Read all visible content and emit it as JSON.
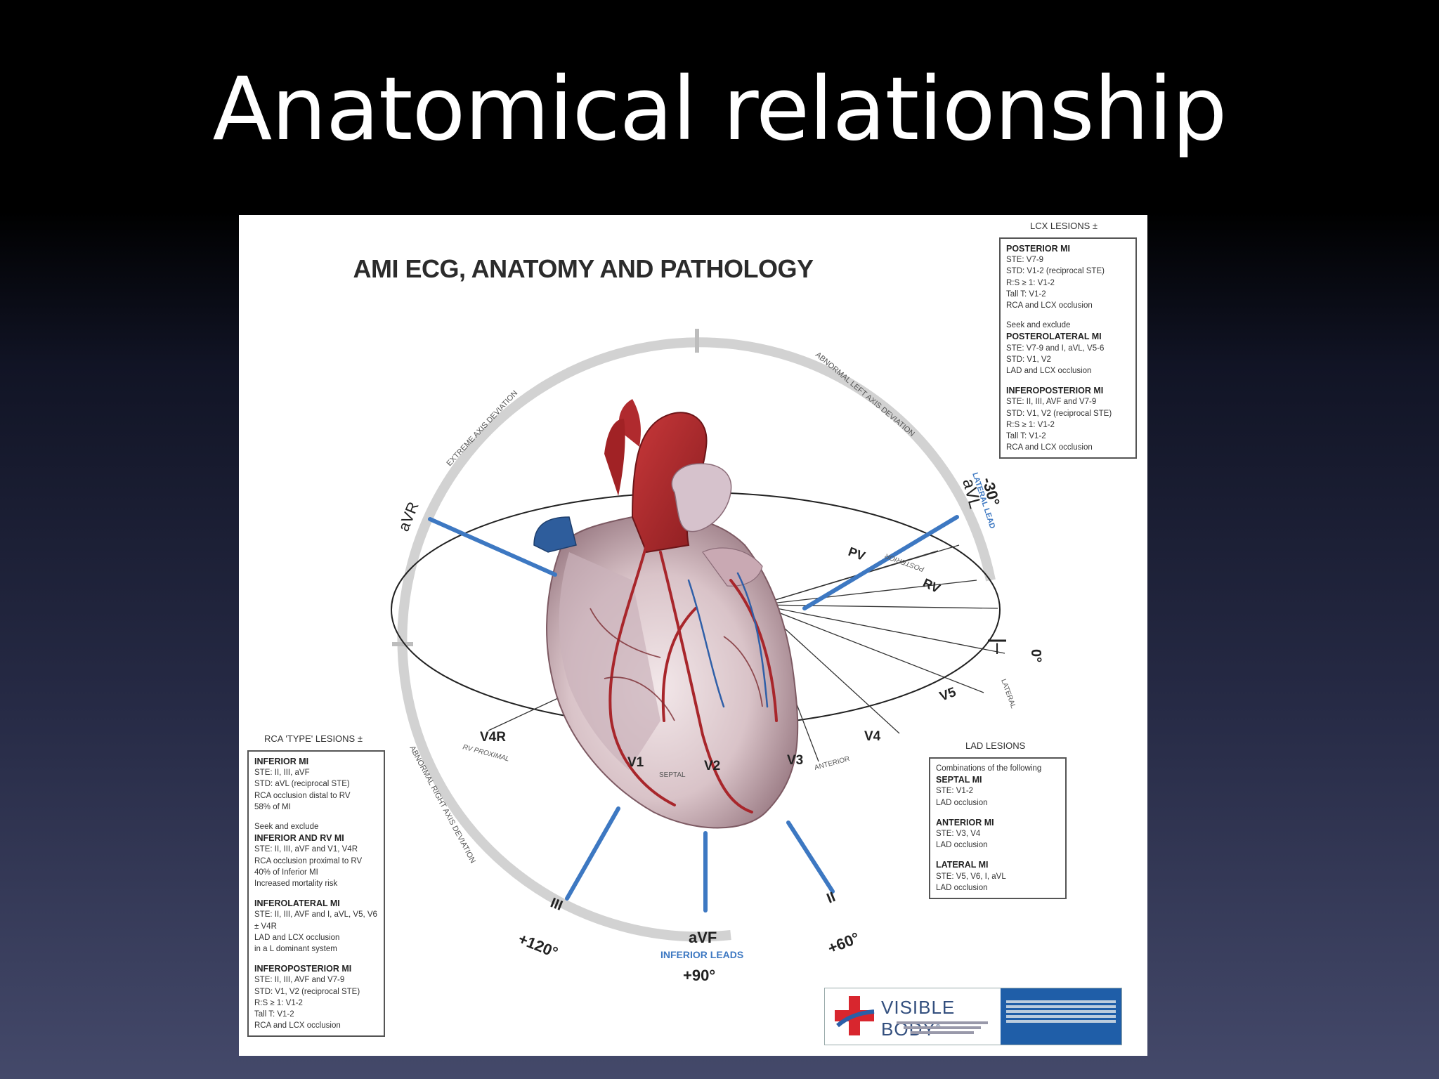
{
  "slide": {
    "title": "Anatomical relationship"
  },
  "poster": {
    "title": "AMI ECG, ANATOMY AND PATHOLOGY",
    "axis_labels": {
      "extreme": "EXTREME AXIS DEVIATION",
      "left": "ABNORMAL LEFT AXIS DEVIATION",
      "right": "ABNORMAL RIGHT AXIS DEVIATION"
    },
    "leads": {
      "aVR": "aVR",
      "aVL": "aVL",
      "minus30": "-30°",
      "lateral_lead": "LATERAL LEAD",
      "I": "I",
      "zero": "0°",
      "lateral": "LATERAL",
      "II": "II",
      "plus60": "+60°",
      "III": "III",
      "plus120": "+120°",
      "aVF": "aVF",
      "inferior_leads": "INFERIOR LEADS",
      "plus90": "+90°"
    },
    "chest": {
      "V1": "V1",
      "V2": "V2",
      "V3": "V3",
      "V4": "V4",
      "V5": "V5",
      "V4R": "V4R",
      "RV": "RV",
      "PV": "PV",
      "posterior": "POSTERIOR",
      "anterior": "ANTERIOR",
      "septal": "SEPTAL",
      "rv_proximal": "RV PROXIMAL"
    },
    "lcx": {
      "caption": "LCX LESIONS ±",
      "sections": [
        {
          "heading": "POSTERIOR MI",
          "lines": [
            "STE: V7-9",
            "STD: V1-2 (reciprocal STE)",
            "R:S ≥ 1: V1-2",
            "Tall T: V1-2",
            "RCA and LCX occlusion"
          ]
        },
        {
          "pre": "Seek and exclude",
          "heading": "POSTEROLATERAL MI",
          "lines": [
            "STE: V7-9 and I, aVL, V5-6",
            "STD: V1, V2",
            "LAD and LCX occlusion"
          ]
        },
        {
          "heading": "INFEROPOSTERIOR MI",
          "lines": [
            "STE: II, III, AVF and V7-9",
            "STD: V1, V2 (reciprocal STE)",
            "R:S ≥ 1: V1-2",
            "Tall T: V1-2",
            "RCA and LCX occlusion"
          ]
        }
      ]
    },
    "rca": {
      "caption": "RCA 'TYPE' LESIONS ±",
      "sections": [
        {
          "heading": "INFERIOR MI",
          "lines": [
            "STE: II, III, aVF",
            "STD: aVL (reciprocal STE)",
            "RCA occlusion distal to RV",
            "58% of MI"
          ]
        },
        {
          "pre": "Seek and exclude",
          "heading": "INFERIOR AND RV MI",
          "lines": [
            "STE: II, III, aVF and V1, V4R",
            "RCA occlusion proximal to RV",
            "40% of Inferior MI",
            "Increased mortality risk"
          ]
        },
        {
          "heading": "INFEROLATERAL MI",
          "lines": [
            "STE: II, III, AVF and I, aVL, V5, V6",
            "± V4R",
            "LAD and LCX occlusion",
            "in a L dominant system"
          ]
        },
        {
          "heading": "INFEROPOSTERIOR MI",
          "lines": [
            "STE: II, III, AVF and V7-9",
            "STD: V1, V2 (reciprocal STE)",
            "R:S ≥ 1: V1-2",
            "Tall T: V1-2",
            "RCA and LCX occlusion"
          ]
        }
      ]
    },
    "lad": {
      "caption": "LAD LESIONS",
      "intro": "Combinations of the following",
      "sections": [
        {
          "heading": "SEPTAL MI",
          "lines": [
            "STE: V1-2",
            "LAD occlusion"
          ]
        },
        {
          "heading": "ANTERIOR MI",
          "lines": [
            "STE: V3, V4",
            "LAD occlusion"
          ]
        },
        {
          "heading": "LATERAL MI",
          "lines": [
            "STE: V5, V6, I, aVL",
            "LAD occlusion"
          ]
        }
      ]
    },
    "logo": {
      "name": "VISIBLE BODY",
      "tm": "®"
    }
  },
  "colors": {
    "lead_blue": "#3d78c2",
    "arc_grey": "#d2d2d2",
    "heart_red": "#a8262b"
  }
}
